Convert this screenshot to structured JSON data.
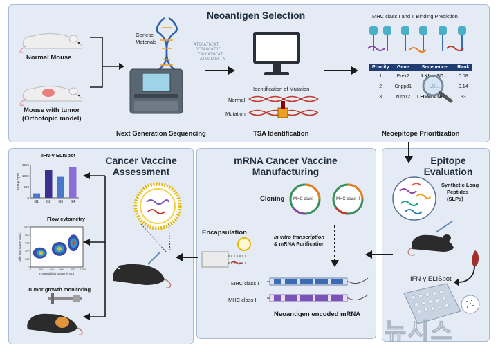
{
  "top": {
    "title": "Neoantigen Selection",
    "normal_mouse": "Normal Mouse",
    "tumor_mouse_line1": "Mouse with tumor",
    "tumor_mouse_line2": "(Orthotopic model)",
    "genetic_materials_line1": "Genetic",
    "genetic_materials_line2": "Materials",
    "ngs_label": "Next Generation Sequencing",
    "identification": "Identification of Mutation",
    "normal": "Normal",
    "mutation": "Mutation",
    "tsa_label": "TSA Identification",
    "mhc_prediction": "MHC class I and II Binding Prediction",
    "neoepitope_label": "Neoepitope Prioritization",
    "table": {
      "headers": [
        "Priority",
        "Gene",
        "Seqeuence",
        "Rank"
      ],
      "rows": [
        [
          "1",
          "Prex2",
          "LKI...HSD...",
          "0.08"
        ],
        [
          "2",
          "Cnppd1",
          "LK...",
          "0.14"
        ],
        [
          "3",
          "Nlrp12",
          "LFGMDLNRK...",
          "33"
        ]
      ]
    }
  },
  "epitope": {
    "title_line1": "Epitope",
    "title_line2": "Evaluation",
    "slp_line1": "Synthetic Long",
    "slp_line2": "Peptides",
    "slp_line3": "(SLPs)",
    "elispot": "IFN-γ ELISpot"
  },
  "mrna": {
    "title_line1": "mRNA Cancer Vaccine",
    "title_line2": "Manufacturing",
    "cloning": "Cloning",
    "mhc1": "MHC class I",
    "mhc2": "MHC class II",
    "encapsulation": "Encapsulation",
    "ivt_line1": "In vitro transcription",
    "ivt_line2": "& mRNA Purification",
    "strand1_label": "MHC class I",
    "strand2_label": "MHC class II",
    "encoded": "Neoantigen encoded mRNA"
  },
  "assessment": {
    "title_line1": "Cancer Vaccine",
    "title_line2": "Assessment",
    "elispot": "IFN-γ ELISpot",
    "flow": "Flow cytometry",
    "tumor_growth": "Tumor growth monitoring",
    "flow_xlabel": "Forward light scatter (FSC)",
    "flow_ylabel": "Side light scatter (SSC)",
    "bar_ylabel": "IFN-γ Spot"
  },
  "watermark": "뉴시스",
  "chart_data": [
    {
      "type": "bar",
      "title": "IFN-γ ELISpot",
      "categories": [
        "G1",
        "G2",
        "G3",
        "G4"
      ],
      "values": [
        200,
        1250,
        950,
        1400
      ],
      "ylabel": "IFN-γ Spot",
      "ylim": [
        0,
        1500
      ],
      "ticks": [
        "0",
        "500",
        "1000",
        "1500"
      ],
      "colors": [
        "#4a78c8",
        "#3b2f8f",
        "#4a78c8",
        "#8b6fd6"
      ]
    }
  ],
  "flow_ticks": {
    "x": [
      "0",
      "200",
      "400",
      "600",
      "800",
      "1000"
    ],
    "y": [
      "0",
      "200",
      "400",
      "600",
      "800",
      "1000"
    ]
  },
  "colors": {
    "panel_bg": "#e4ebf4",
    "panel_border": "#a9bcd3",
    "table_header": "#1f3d73",
    "arrow": "#1a1a1a"
  }
}
